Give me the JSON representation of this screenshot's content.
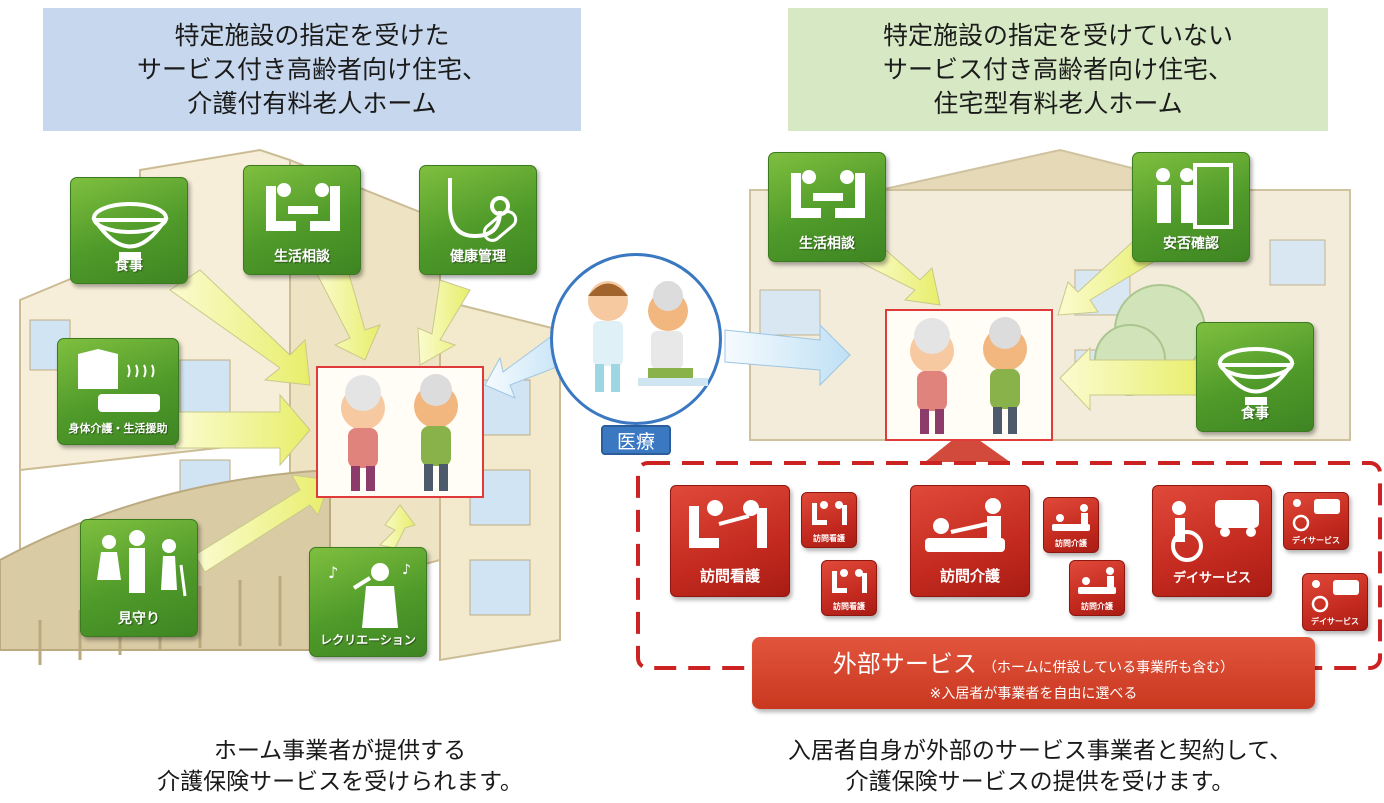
{
  "left_panel": {
    "heading": [
      "特定施設の指定を受けた",
      "サービス付き高齢者向け住宅、",
      "介護付有料老人ホーム"
    ],
    "tiles": {
      "meal": "食事",
      "consultation": "生活相談",
      "health": "健康管理",
      "care": "身体介護・生活援助",
      "watch": "見守り",
      "recreation": "レクリエーション"
    },
    "caption": [
      "ホーム事業者が提供する",
      "介護保険サービスを受けられます。"
    ]
  },
  "center": {
    "medical_label": "医療"
  },
  "right_panel": {
    "heading": [
      "特定施設の指定を受けていない",
      "サービス付き高齢者向け住宅、",
      "住宅型有料老人ホーム"
    ],
    "tiles": {
      "consultation": "生活相談",
      "safety": "安否確認",
      "meal": "食事"
    },
    "external": {
      "visit_nursing": "訪問看護",
      "visit_care": "訪問介護",
      "day_service": "デイサービス",
      "title": "外部サービス",
      "note": "（ホームに併設している事業所も含む）",
      "sub": "※入居者が事業者を自由に選べる"
    },
    "caption": [
      "入居者自身が外部のサービス事業者と契約して、",
      "介護保険サービスの提供を受けます。"
    ]
  },
  "colors": {
    "left_heading_bg": "#c7d8ee",
    "right_heading_bg": "#d7e9c4",
    "tile_green": "#4f9a2a",
    "tile_red": "#c42a1f",
    "medical_blue": "#3a78c2",
    "arrow_yellow": "#f3f3a0"
  }
}
